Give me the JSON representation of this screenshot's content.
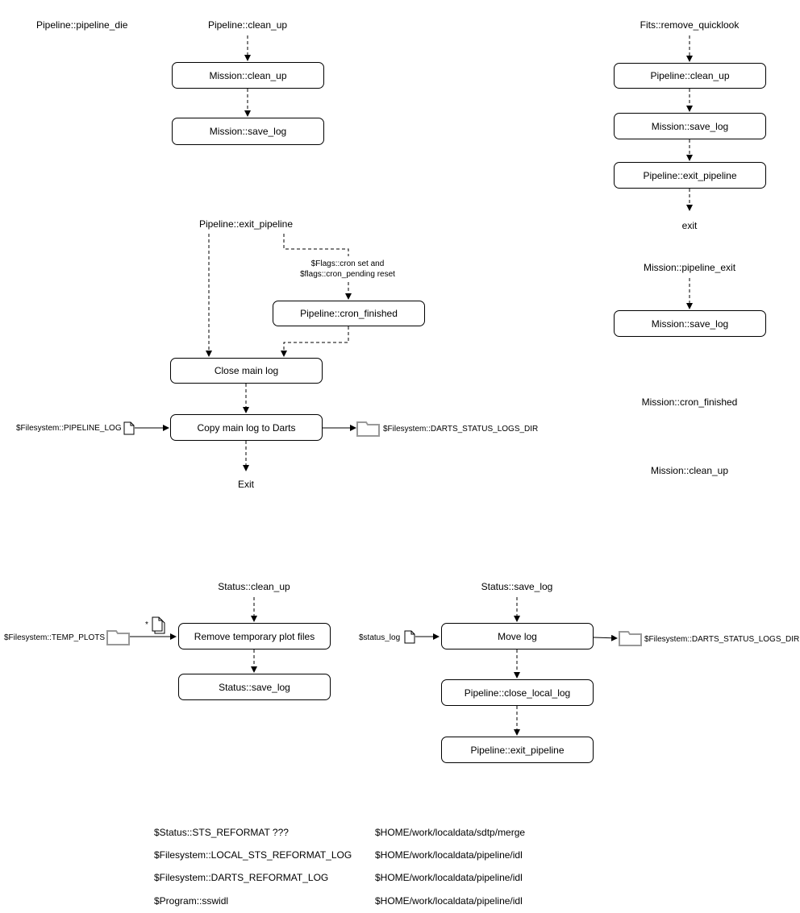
{
  "die": {
    "title": "Pipeline::pipeline_die"
  },
  "cleanup": {
    "title": "Pipeline::clean_up",
    "step1": "Mission::clean_up",
    "step2": "Mission::save_log"
  },
  "remove_ql": {
    "title": "Fits::remove_quicklook",
    "step1": "Pipeline::clean_up",
    "step2": "Mission::save_log",
    "step3": "Pipeline::exit_pipeline",
    "end": "exit"
  },
  "pipeline_exit": {
    "title": "Mission::pipeline_exit",
    "step1": "Mission::save_log"
  },
  "cron_finished": {
    "title": "Mission::cron_finished"
  },
  "mission_cleanup": {
    "title": "Mission::clean_up"
  },
  "exit_pipeline": {
    "title": "Pipeline::exit_pipeline",
    "condition_line1": "$Flags::cron set and",
    "condition_line2": "$flags::cron_pending reset",
    "cron_box": "Pipeline::cron_finished",
    "close_box": "Close main log",
    "copy_box": "Copy main log to Darts",
    "input_file": "$Filesystem::PIPELINE_LOG",
    "output_dir": "$Filesystem::DARTS_STATUS_LOGS_DIR",
    "end": "Exit"
  },
  "status_cleanup": {
    "title": "Status::clean_up",
    "input_dir": "$Filesystem::TEMP_PLOTS",
    "wildcard": "*",
    "step1": "Remove temporary plot files",
    "step2": "Status::save_log"
  },
  "status_savelog": {
    "title": "Status::save_log",
    "input_file": "$status_log",
    "step1": "Move log",
    "output_dir": "$Filesystem::DARTS_STATUS_LOGS_DIR",
    "step2": "Pipeline::close_local_log",
    "step3": "Pipeline::exit_pipeline"
  },
  "references": [
    {
      "name": "$Status::STS_REFORMAT ???",
      "path": "$HOME/work/localdata/sdtp/merge"
    },
    {
      "name": "$Filesystem::LOCAL_STS_REFORMAT_LOG",
      "path": "$HOME/work/localdata/pipeline/idl"
    },
    {
      "name": "$Filesystem::DARTS_REFORMAT_LOG",
      "path": "$HOME/work/localdata/pipeline/idl"
    },
    {
      "name": "$Program::sswidl",
      "path": "$HOME/work/localdata/pipeline/idl"
    }
  ]
}
